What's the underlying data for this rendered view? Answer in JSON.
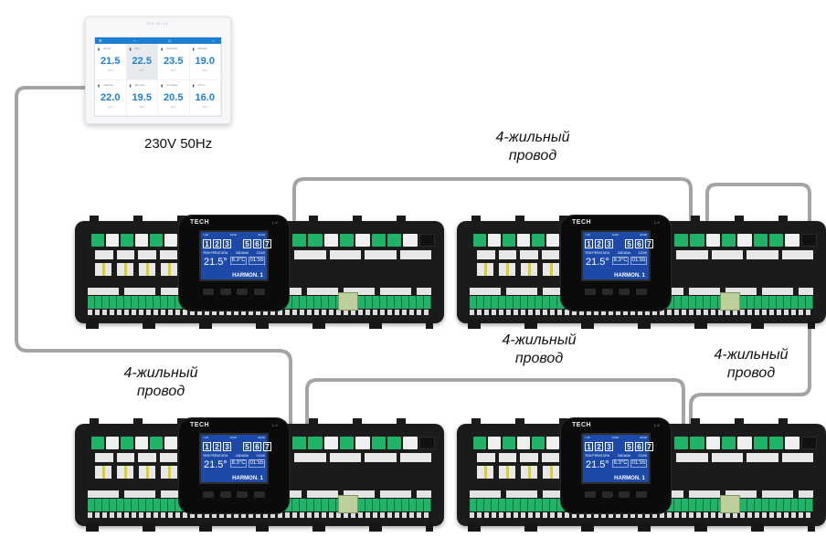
{
  "panel": {
    "brand": "EU-M-12",
    "tiles": [
      {
        "icon": "thermo-icon",
        "label": "Кухня",
        "temp": "21.5",
        "sub": "21.5",
        "selected": false
      },
      {
        "icon": "thermo-icon",
        "label": "Зал",
        "temp": "22.5",
        "sub": "22.5",
        "selected": true
      },
      {
        "icon": "thermo-icon",
        "label": "Спальня",
        "temp": "23.5",
        "sub": "23.5",
        "selected": false
      },
      {
        "icon": "thermo-icon",
        "label": "Ванная",
        "temp": "19.0",
        "sub": "19.0",
        "selected": false
      },
      {
        "icon": "thermo-icon",
        "label": "Кабинет",
        "temp": "22.0",
        "sub": "22.0",
        "selected": false
      },
      {
        "icon": "thermo-icon",
        "label": "Детская",
        "temp": "19.5",
        "sub": "19.5",
        "selected": false
      },
      {
        "icon": "thermo-icon",
        "label": "Гостиная",
        "temp": "20.5",
        "sub": "20.5",
        "selected": false
      },
      {
        "icon": "thermo-icon",
        "label": "Холл",
        "temp": "16.0",
        "sub": "16.0",
        "selected": false
      }
    ]
  },
  "psu_label": "230V 50Hz",
  "wire_labels": [
    {
      "line1": "4-жильный",
      "line2": "провод"
    },
    {
      "line1": "4-жильный",
      "line2": "провод"
    },
    {
      "line1": "4-жильный",
      "line2": "провод"
    },
    {
      "line1": "4-жильный",
      "line2": "провод"
    }
  ],
  "controller": {
    "brand": "TECH",
    "version": "L-X",
    "status_left": "≈ 23",
    "status_mid": "13:00",
    "status_right": "02:02",
    "zones": [
      "1",
      "2",
      "3",
      "",
      "5",
      "6",
      "7"
    ],
    "row_left": "TEM PERATURA",
    "row_mid": "ZADANA",
    "row_right": "CZAS",
    "room_temp": "21.5°",
    "set_temp": "8.3°C",
    "time": "01:55",
    "mode": "HARMON. 1"
  },
  "colors": {
    "wire": "#a4a4a4",
    "terminal_green": "#20b266",
    "lcd_blue": "#1d4aa9",
    "accent_blue": "#1c7fd2"
  }
}
